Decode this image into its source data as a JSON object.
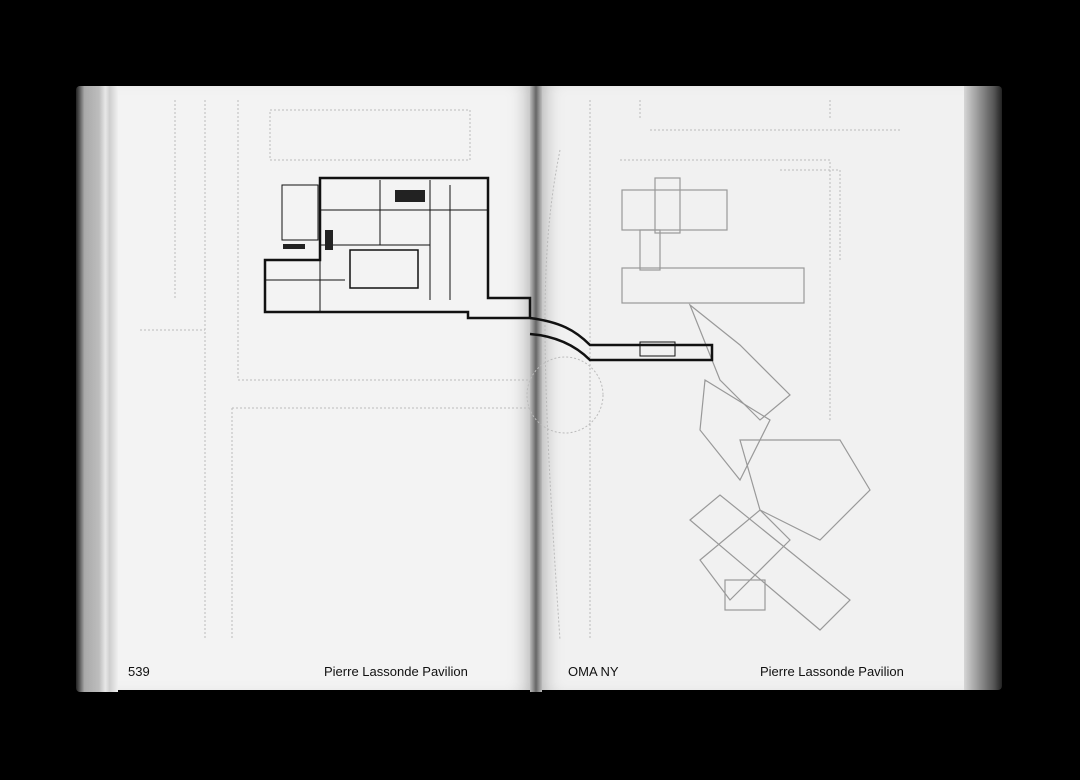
{
  "left_page": {
    "page_number": "539",
    "running_title": "Pierre Lassonde Pavilion"
  },
  "right_page": {
    "office": "OMA NY",
    "running_title": "Pierre Lassonde Pavilion"
  },
  "colors": {
    "background": "#000000",
    "paper": "#f2f2f2",
    "ink": "#111111",
    "context_lines": "#b5b5b5"
  }
}
